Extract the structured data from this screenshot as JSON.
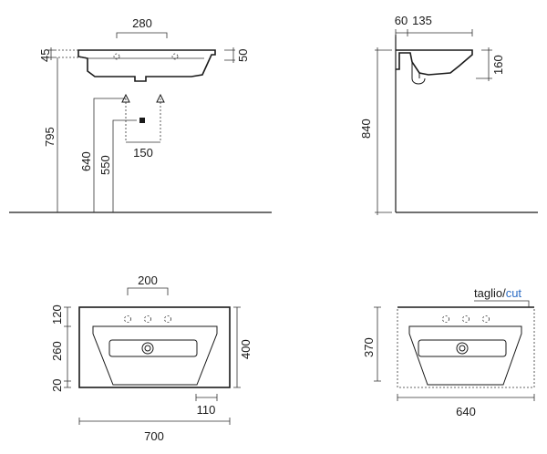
{
  "views": {
    "front": {
      "width_280": "280",
      "rim_45": "45",
      "rim_50": "50",
      "height_795": "795",
      "tap_640": "640",
      "drain_550": "550",
      "tap_spacing_150": "150"
    },
    "side": {
      "offset_60": "60",
      "depth_135": "135",
      "bowl_160": "160",
      "height_840": "840"
    },
    "plan_left": {
      "holes_200": "200",
      "top_120": "120",
      "bowl_260": "260",
      "bottom_20": "20",
      "depth_400": "400",
      "edge_110": "110",
      "width_700": "700"
    },
    "plan_right": {
      "cut_label_a": "taglio/",
      "cut_label_b": "cut",
      "depth_370": "370",
      "width_640": "640"
    }
  },
  "colors": {
    "lines": "#1a1a1a",
    "cut_accent": "#2b6cc4",
    "background": "#ffffff"
  }
}
